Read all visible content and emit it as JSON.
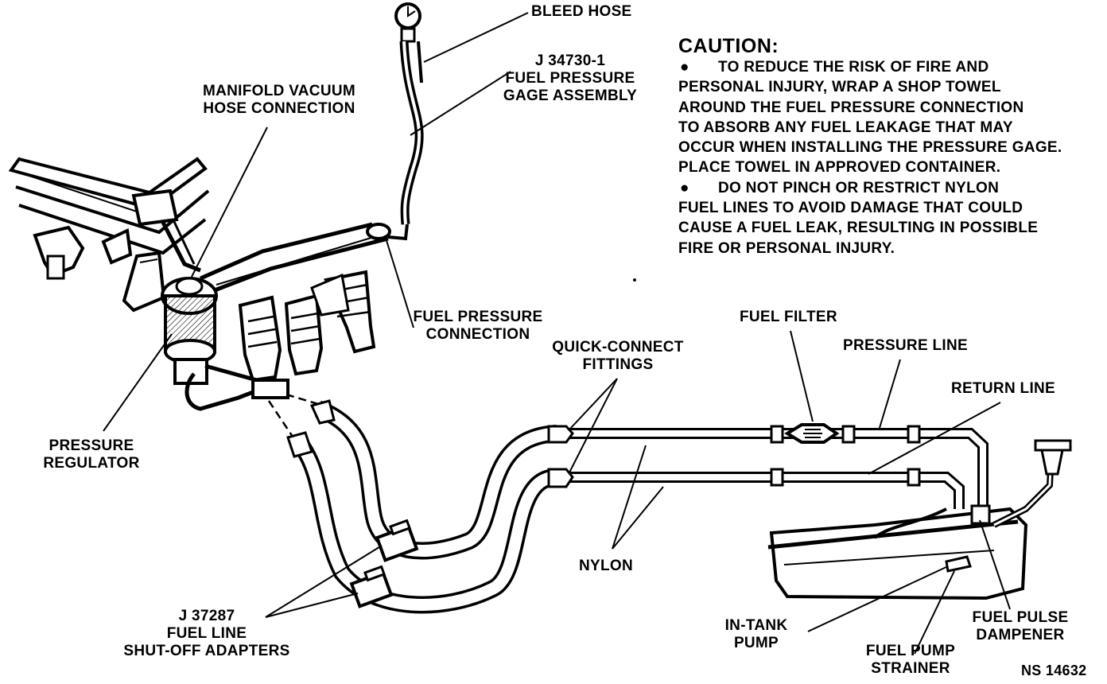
{
  "labels": {
    "bleed_hose": [
      "BLEED HOSE"
    ],
    "gage_assembly": [
      "J 34730-1",
      "FUEL PRESSURE",
      "GAGE ASSEMBLY"
    ],
    "manifold_vacuum": [
      "MANIFOLD VACUUM",
      "HOSE CONNECTION"
    ],
    "fuel_pressure_connection": [
      "FUEL PRESSURE",
      "CONNECTION"
    ],
    "pressure_regulator": [
      "PRESSURE",
      "REGULATOR"
    ],
    "quick_connect": [
      "QUICK-CONNECT",
      "FITTINGS"
    ],
    "fuel_filter": [
      "FUEL FILTER"
    ],
    "pressure_line": [
      "PRESSURE LINE"
    ],
    "return_line": [
      "RETURN LINE"
    ],
    "nylon": [
      "NYLON"
    ],
    "shutoff_adapters": [
      "J 37287",
      "FUEL LINE",
      "SHUT-OFF ADAPTERS"
    ],
    "in_tank_pump": [
      "IN-TANK",
      "PUMP"
    ],
    "fuel_pump_strainer": [
      "FUEL PUMP",
      "STRAINER"
    ],
    "fuel_pulse_dampener": [
      "FUEL PULSE",
      "DAMPENER"
    ],
    "figure_number": [
      "NS 14632"
    ]
  },
  "caution": {
    "title": "CAUTION:",
    "bullet": "●",
    "lines": [
      {
        "bullet": true,
        "text": "TO REDUCE THE RISK OF FIRE AND"
      },
      {
        "bullet": false,
        "text": "PERSONAL INJURY, WRAP A SHOP TOWEL"
      },
      {
        "bullet": false,
        "text": "AROUND THE FUEL PRESSURE CONNECTION"
      },
      {
        "bullet": false,
        "text": "TO ABSORB ANY FUEL LEAKAGE THAT MAY"
      },
      {
        "bullet": false,
        "text": "OCCUR WHEN INSTALLING THE PRESSURE GAGE."
      },
      {
        "bullet": false,
        "text": "PLACE TOWEL IN APPROVED CONTAINER."
      },
      {
        "bullet": true,
        "text": "DO NOT PINCH OR RESTRICT NYLON"
      },
      {
        "bullet": false,
        "text": "FUEL LINES TO AVOID DAMAGE THAT COULD"
      },
      {
        "bullet": false,
        "text": "CAUSE A FUEL LEAK, RESULTING IN POSSIBLE"
      },
      {
        "bullet": false,
        "text": "FIRE OR PERSONAL INJURY."
      }
    ]
  },
  "colors": {
    "ink": "#000000",
    "paper": "#ffffff",
    "shade": "#d9d9d9"
  }
}
